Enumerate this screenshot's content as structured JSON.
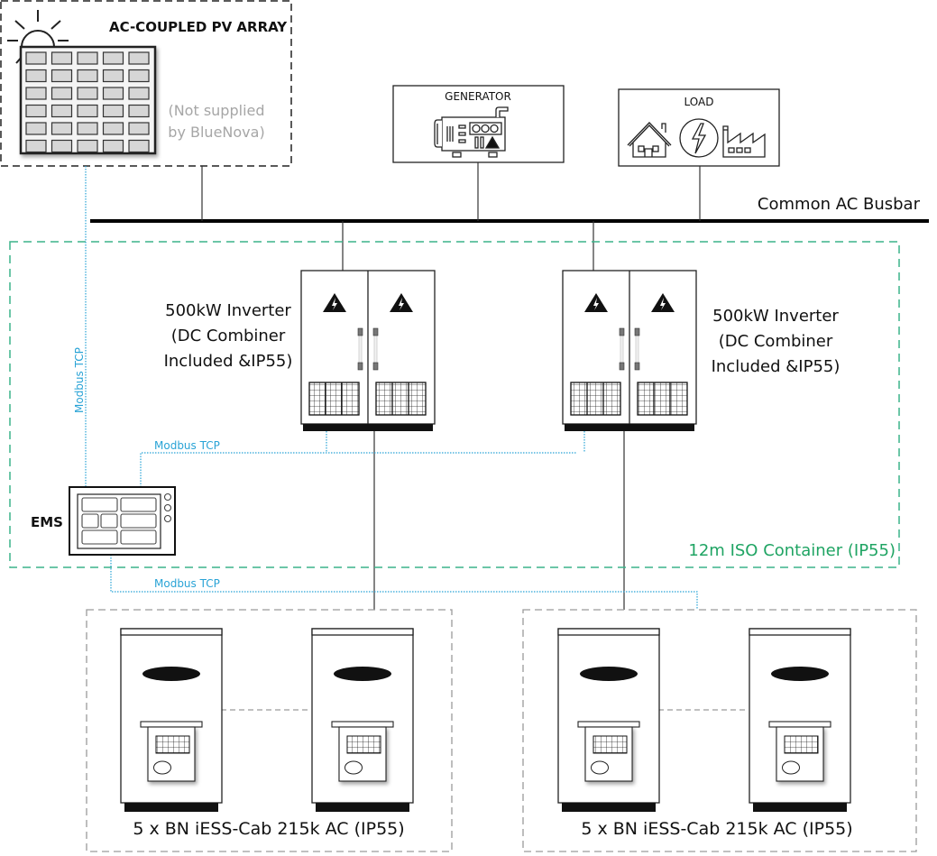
{
  "diagram": {
    "pv_array": {
      "title": "AC-COUPLED PV ARRAY",
      "note_line1": "(Not supplied",
      "note_line2": "by BlueNova)",
      "icon": "solar-panel-icon"
    },
    "generator": {
      "title": "GENERATOR",
      "icon": "generator-icon"
    },
    "load": {
      "title": "LOAD",
      "icons": [
        "house-icon",
        "lightning-circle-icon",
        "factory-icon"
      ]
    },
    "busbar": {
      "label": "Common AC Busbar"
    },
    "inverters": [
      {
        "line1": "500kW Inverter",
        "line2": "(DC Combiner",
        "line3": "Included &IP55)"
      },
      {
        "line1": "500kW Inverter",
        "line2": "(DC Combiner",
        "line3": "Included &IP55)"
      }
    ],
    "ems": {
      "label": "EMS"
    },
    "container": {
      "label": "12m ISO Container (IP55)"
    },
    "comms": {
      "vertical_label": "Modbus TCP",
      "inverter_label": "Modbus TCP",
      "battery_label": "Modbus TCP"
    },
    "battery_groups": [
      {
        "label": "5 x BN iESS-Cab 215k AC (IP55)"
      },
      {
        "label": "5 x BN iESS-Cab 215k AC (IP55)"
      }
    ],
    "colors": {
      "modbus": "#29a3d6",
      "container": "#3cb38a",
      "container_text": "#1fa463",
      "not_supplied_text": "#a6a6a6",
      "battery_group_border": "#9a9a9a"
    }
  }
}
